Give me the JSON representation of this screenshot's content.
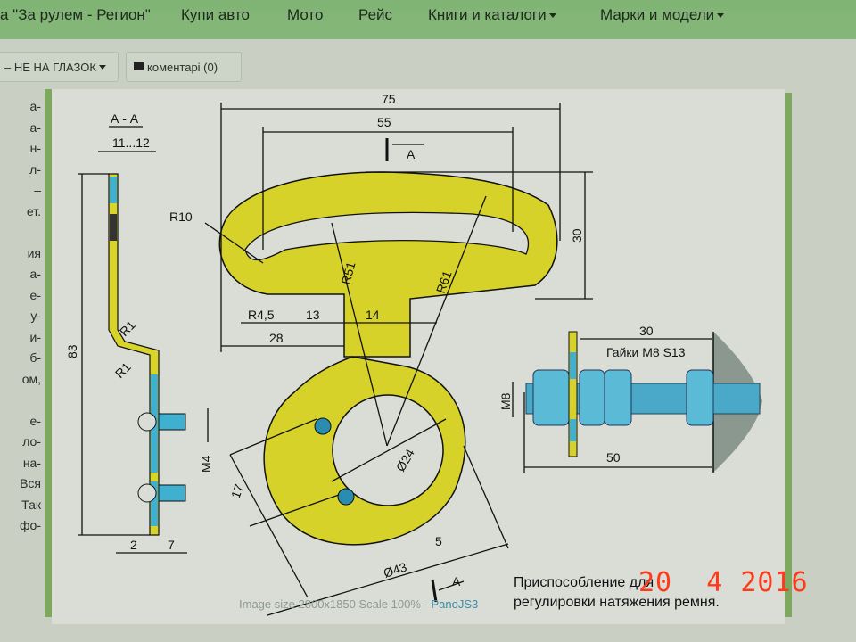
{
  "nav": {
    "brand": "а \"За рулем - Регион\"",
    "items": [
      {
        "label": "Купи авто"
      },
      {
        "label": "Мото"
      },
      {
        "label": "Рейс"
      },
      {
        "label": "Книги и каталоги"
      },
      {
        "label": "Марки и модели"
      }
    ]
  },
  "toolbar": {
    "category_label": "– НЕ НА ГЛАЗОК",
    "comments_label": "коментарі (0)"
  },
  "left_text": [
    "а-",
    "а-",
    "н-",
    "л-",
    "–",
    "ет.",
    "",
    "ия",
    "а-",
    "е-",
    "у-",
    "и-",
    "б-",
    "ом,",
    "",
    "е-",
    "ло-",
    "на-",
    "Вся",
    "Так",
    "фо-"
  ],
  "drawing": {
    "section_label": "А - А",
    "labels": {
      "thickness": "11...12",
      "height": "83",
      "r1a": "R1",
      "r1b": "R1",
      "m4": "M4",
      "d2": "2",
      "d7": "7",
      "w75": "75",
      "w55": "55",
      "h30": "30",
      "r10": "R10",
      "r51": "R51",
      "r61": "R61",
      "r45": "R4,5",
      "d13": "13",
      "d14": "14",
      "d28": "28",
      "d17": "17",
      "d24": "Ø24",
      "d43": "Ø43",
      "d5": "5",
      "a_top": "A",
      "a_bot": "A",
      "bolt30": "30",
      "bolt50": "50",
      "m8": "M8",
      "nuts": "Гайки М8  S13"
    }
  },
  "viewer": {
    "image_size_label": "Image size",
    "image_size": "2800x1850",
    "scale_label": "Scale",
    "scale": "100%",
    "separator": "-",
    "link": "PanoJS3"
  },
  "caption": {
    "line1": "Приспособление для",
    "line2": "регулировки натяжения ремня."
  },
  "photo_date_stamp": "20  4 2016"
}
